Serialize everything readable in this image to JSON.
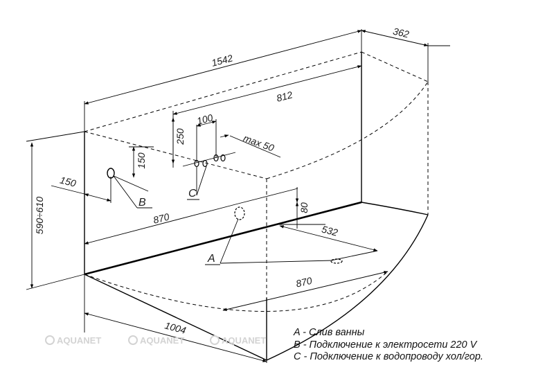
{
  "dimensions": {
    "total_length": "1542",
    "depth": "362",
    "offset_812": "812",
    "spacing_100": "100",
    "height_250": "250",
    "max_50": "max  50",
    "height_150": "150",
    "side_150": "150",
    "height_range": "590÷610",
    "length_870_top": "870",
    "height_80": "80",
    "offset_532": "532",
    "length_870_bottom": "870",
    "width_1004": "1004"
  },
  "callouts": {
    "a": "A",
    "b": "B",
    "c": "C"
  },
  "legend": [
    "A - Слив ванны",
    "B - Подключение к электросети 220 V",
    "C - Подключение к водопроводу хол/гор."
  ],
  "watermark": {
    "logo_text": "AQUANET",
    "color": "#d3d3d3"
  }
}
